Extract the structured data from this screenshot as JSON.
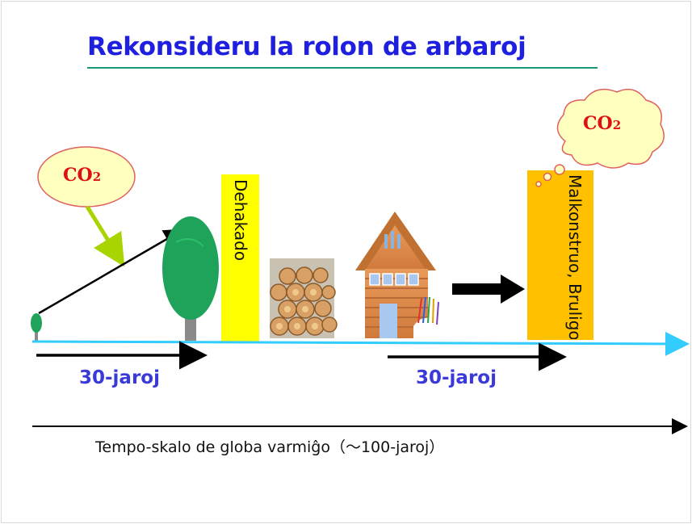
{
  "title": "Rekonsideru la rolon de arbaroj",
  "co2_left": {
    "main": "CO",
    "sub": "2"
  },
  "co2_right": {
    "main": "CO",
    "sub": "2"
  },
  "deforestation_label": "Dehakado",
  "demolition_label": "Malkonstruo, Bruligo",
  "period_left": "30-jaroj",
  "period_right": "30-jaroj",
  "timescale_caption": "Tempo-skalo de globa varmiĝo（〜100-jaroj）",
  "colors": {
    "title": "#1f1fe0",
    "title_underline": "#1a9a7a",
    "co2_text": "#e01010",
    "bubble_fill": "#ffffc0",
    "tree": "#1fa35a",
    "trunk": "#8a8a8a",
    "yellow_box": "#ffff00",
    "orange_box": "#ffc000",
    "timeline": "#33ccff",
    "period_text": "#3a3ad8",
    "green_arrow": "#a8d400"
  }
}
